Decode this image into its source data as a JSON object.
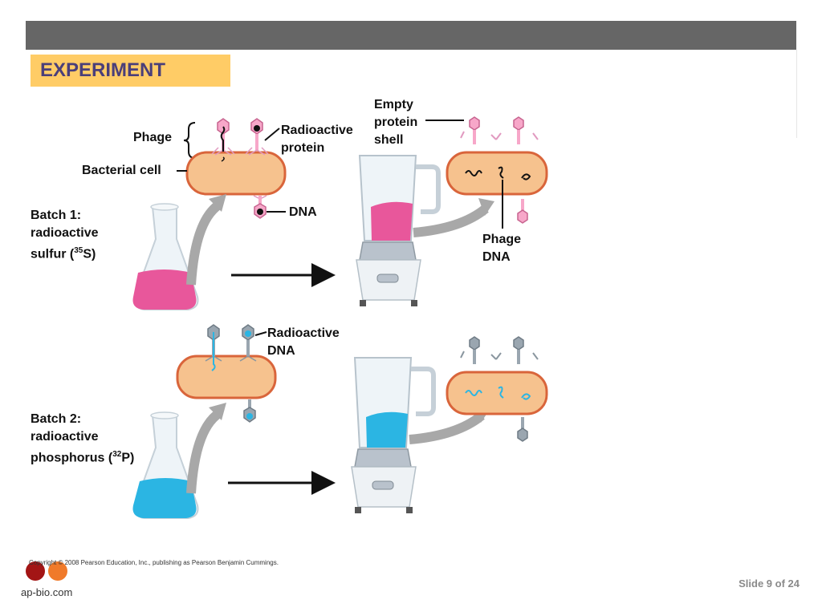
{
  "heading": "EXPERIMENT",
  "labels": {
    "phage": "Phage",
    "radioactive_protein": "Radioactive\nprotein",
    "bacterial_cell": "Bacterial cell",
    "dna": "DNA",
    "empty_protein_shell": "Empty\nprotein\nshell",
    "phage_dna": "Phage\nDNA",
    "radioactive_dna": "Radioactive\nDNA"
  },
  "batch1": {
    "line1": "Batch 1:",
    "line2": "radioactive",
    "line3_pre": "sulfur (",
    "isotope_mass": "35",
    "isotope_symbol": "S)"
  },
  "batch2": {
    "line1": "Batch 2:",
    "line2": "radioactive",
    "line3_pre": "phosphorus (",
    "isotope_mass": "32",
    "isotope_symbol": "P)"
  },
  "footer": {
    "copyright": "Copyright © 2008 Pearson Education, Inc., publishing as Pearson Benjamin Cummings.",
    "slide_number": "Slide 9 of 24",
    "site": "ap-bio.com"
  },
  "colors": {
    "topbar": "#666666",
    "heading_bg": "#ffcc66",
    "heading_text": "#4a3f7a",
    "cell_fill": "#f6c28e",
    "cell_stroke": "#d9653b",
    "sulfur_liquid": "#e8579b",
    "phosphorus_liquid": "#2bb5e3",
    "blender_metal": "#b9c2cc"
  },
  "icons": [
    "flask-icon",
    "blender-icon",
    "phage-icon",
    "bacterial-cell-icon",
    "arrow-icon"
  ]
}
